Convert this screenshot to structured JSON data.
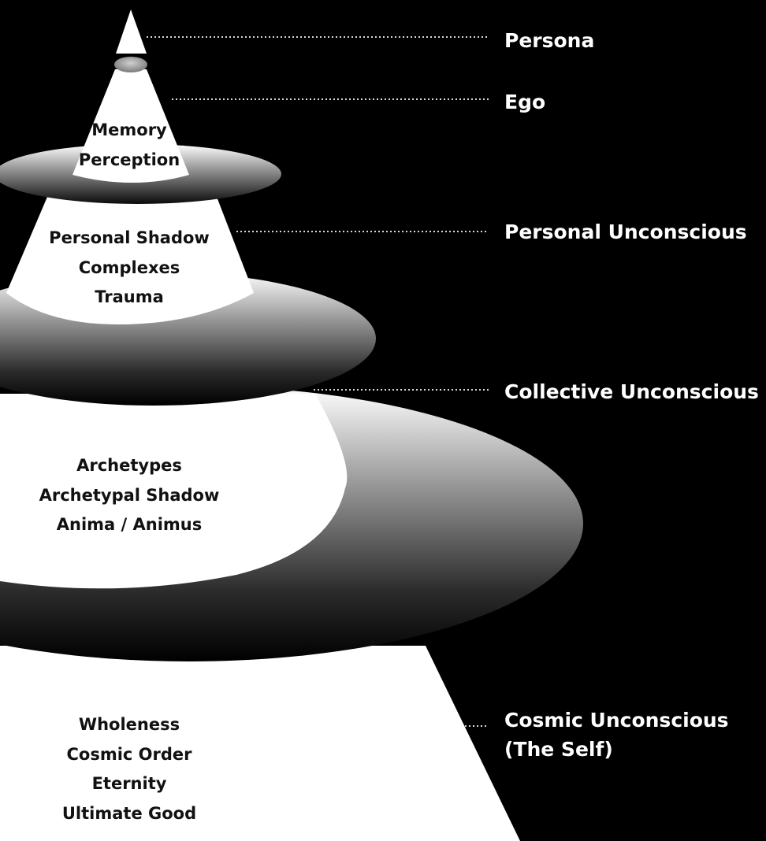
{
  "labels": {
    "persona": "Persona",
    "ego": "Ego",
    "personal_unconscious": "Personal Unconscious",
    "collective_unconscious": "Collective Unconscious",
    "cosmic_line1": "Cosmic Unconscious",
    "cosmic_line2": "(The Self)"
  },
  "layers": {
    "ego": {
      "items": [
        "Memory",
        "Perception"
      ]
    },
    "personal_unconscious": {
      "items": [
        "Personal Shadow",
        "Complexes",
        "Trauma"
      ]
    },
    "collective_unconscious": {
      "items": [
        "Archetypes",
        "Archetypal Shadow",
        "Anima / Animus"
      ]
    },
    "cosmic_unconscious": {
      "items": [
        "Wholeness",
        "Cosmic Order",
        "Eternity",
        "Ultimate Good"
      ]
    }
  },
  "colors": {
    "background": "#000000",
    "cone": "#ffffff",
    "text_dark": "#111111",
    "text_light": "#ffffff",
    "leader": "#d8d8d8"
  }
}
